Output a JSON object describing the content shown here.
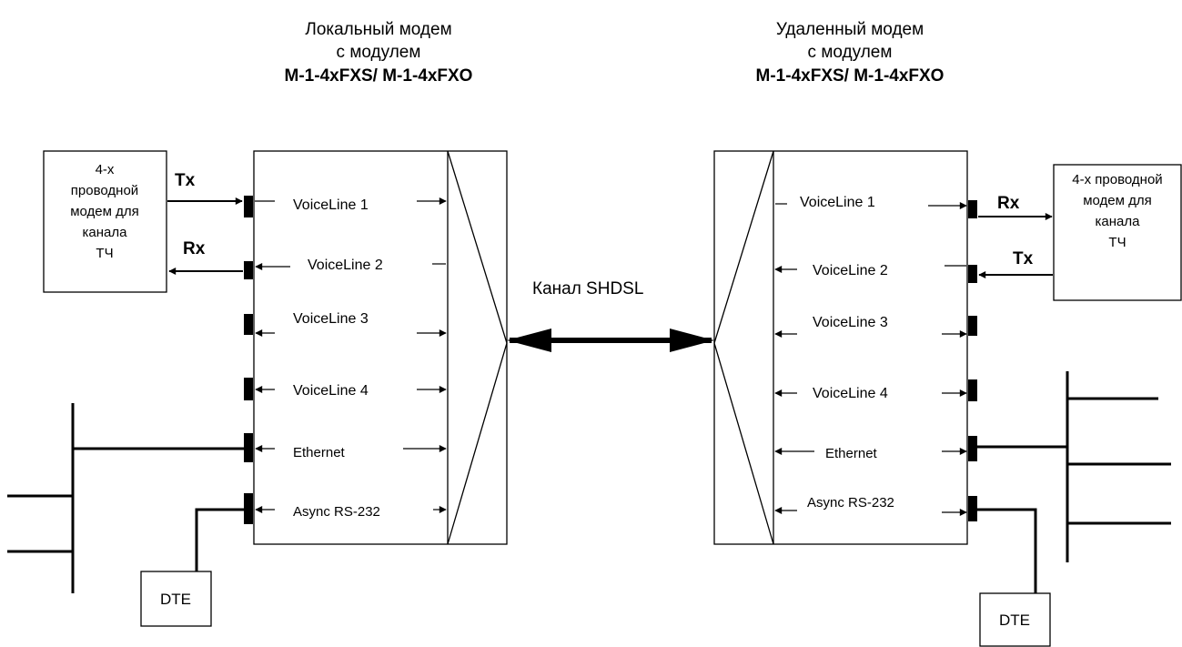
{
  "local": {
    "title": [
      "Локальный модем",
      "с модулем"
    ],
    "module": "M-1-4xFXS/ M-1-4xFXO",
    "lines": [
      "VoiceLine 1",
      "VoiceLine 2",
      "VoiceLine 3",
      "VoiceLine 4",
      "Ethernet",
      "Async RS-232"
    ],
    "modem_box": [
      "4-х",
      "проводной",
      "модем для",
      "канала",
      "ТЧ"
    ],
    "tx": "Tx",
    "rx": "Rx",
    "dte": "DTE"
  },
  "remote": {
    "title": [
      "Удаленный модем",
      "с модулем"
    ],
    "module": "M-1-4xFXS/ M-1-4xFXO",
    "lines": [
      "VoiceLine 1",
      "VoiceLine 2",
      "VoiceLine 3",
      "VoiceLine 4",
      "Ethernet",
      "Async RS-232"
    ],
    "modem_box": [
      "4-х проводной",
      "модем для",
      "канала",
      "ТЧ"
    ],
    "tx": "Tx",
    "rx": "Rx",
    "dte": "DTE"
  },
  "channel_label": "Канал SHDSL"
}
